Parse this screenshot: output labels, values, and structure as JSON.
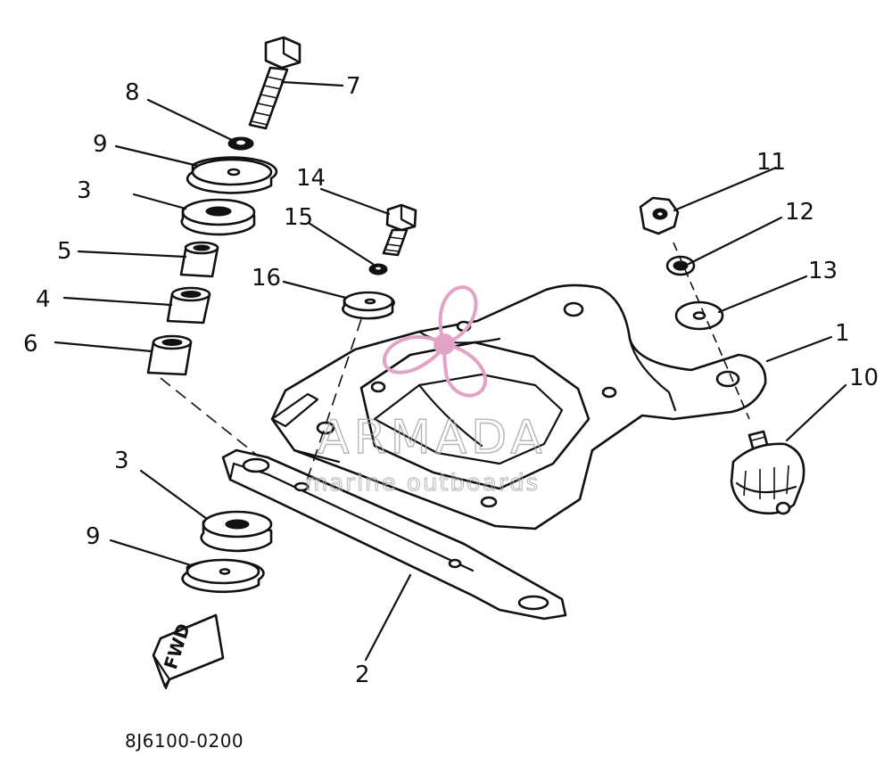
{
  "diagram": {
    "callouts": [
      "1",
      "2",
      "3",
      "3",
      "4",
      "5",
      "6",
      "7",
      "8",
      "9",
      "9",
      "10",
      "11",
      "12",
      "13",
      "14",
      "15",
      "16"
    ],
    "fwd_label": "FWD",
    "part_code": "8J6100-0200"
  },
  "watermark": {
    "brand": "ARMADA",
    "tagline": "marine outboards",
    "color": "#e2a3c7"
  }
}
